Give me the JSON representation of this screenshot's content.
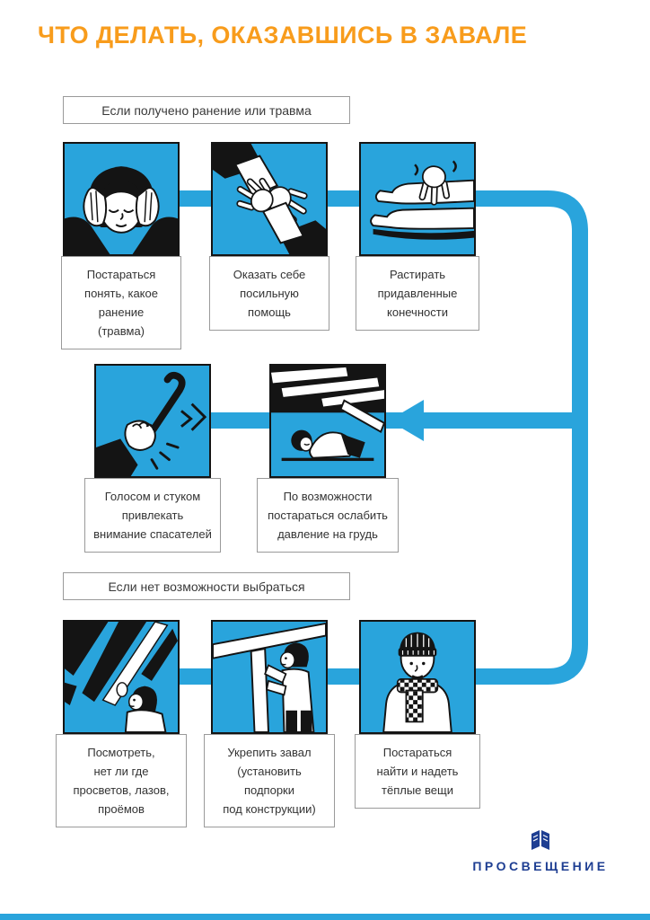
{
  "page": {
    "title": "ЧТО ДЕЛАТЬ, ОКАЗАВШИСЬ В ЗАВАЛЕ",
    "colors": {
      "blue": "#29A4DC",
      "orange": "#F89C1C",
      "navy": "#1E3E92",
      "ink": "#141414",
      "box_border": "#9A9A9A"
    },
    "logo": {
      "text": "ПРОСВЕЩЕНИЕ",
      "icon": "open-book-logo-icon"
    }
  },
  "sections": [
    {
      "header": "Если получено ранение или травма",
      "rows": [
        {
          "cards": [
            {
              "icon": "person-holding-head-illustration",
              "caption": "Постараться\nпонять, какое\nранение\n(травма)"
            },
            {
              "icon": "hands-first-aid-illustration",
              "caption": "Оказать себе\nпосильную\nпомощь"
            },
            {
              "icon": "rubbing-legs-illustration",
              "caption": "Растирать\nпридавленные\nконечности"
            }
          ]
        },
        {
          "cards": [
            {
              "icon": "fist-with-crowbar-illustration",
              "caption": "Голосом и стуком\nпривлекать\nвнимание спасателей"
            },
            {
              "icon": "person-under-debris-illustration",
              "caption": "По возможности\nпостараться ослабить\nдавление на грудь"
            }
          ]
        }
      ]
    },
    {
      "header": "Если нет возможности выбраться",
      "rows": [
        {
          "cards": [
            {
              "icon": "person-looking-for-gaps-illustration",
              "caption": "Посмотреть,\nнет ли где\nпросветов, лазов,\nпроёмов"
            },
            {
              "icon": "person-installing-prop-illustration",
              "caption": "Укрепить завал\n(установить\nподпорки\nпод конструкции)"
            },
            {
              "icon": "person-warm-clothes-illustration",
              "caption": "Постараться\nнайти и надеть\nтёплые вещи"
            }
          ]
        }
      ]
    }
  ]
}
